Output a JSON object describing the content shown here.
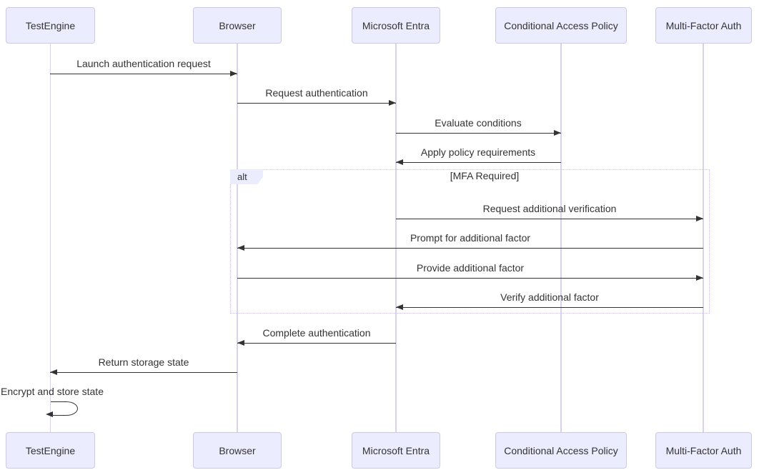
{
  "diagram": {
    "type": "sequence",
    "actors": [
      {
        "label": "TestEngine"
      },
      {
        "label": "Browser"
      },
      {
        "label": "Microsoft Entra"
      },
      {
        "label": "Conditional Access Policy"
      },
      {
        "label": "Multi-Factor Auth"
      }
    ],
    "messages": [
      {
        "from": "TestEngine",
        "to": "Browser",
        "label": "Launch authentication request",
        "line": "solid",
        "arrow": "filled"
      },
      {
        "from": "Browser",
        "to": "Microsoft Entra",
        "label": "Request authentication",
        "line": "solid",
        "arrow": "filled"
      },
      {
        "from": "Microsoft Entra",
        "to": "Conditional Access Policy",
        "label": "Evaluate conditions",
        "line": "solid",
        "arrow": "filled"
      },
      {
        "from": "Conditional Access Policy",
        "to": "Microsoft Entra",
        "label": "Apply policy requirements",
        "line": "solid",
        "arrow": "filled"
      },
      {
        "from": "Microsoft Entra",
        "to": "Multi-Factor Auth",
        "label": "Request additional verification",
        "line": "solid",
        "arrow": "filled",
        "inside_alt": true
      },
      {
        "from": "Multi-Factor Auth",
        "to": "Browser",
        "label": "Prompt for additional factor",
        "line": "solid",
        "arrow": "filled",
        "inside_alt": true
      },
      {
        "from": "Browser",
        "to": "Multi-Factor Auth",
        "label": "Provide additional factor",
        "line": "solid",
        "arrow": "filled",
        "inside_alt": true
      },
      {
        "from": "Multi-Factor Auth",
        "to": "Microsoft Entra",
        "label": "Verify additional factor",
        "line": "solid",
        "arrow": "filled",
        "inside_alt": true
      },
      {
        "from": "Microsoft Entra",
        "to": "Browser",
        "label": "Complete authentication",
        "line": "solid",
        "arrow": "filled"
      },
      {
        "from": "Browser",
        "to": "TestEngine",
        "label": "Return storage state",
        "line": "solid",
        "arrow": "filled"
      },
      {
        "from": "TestEngine",
        "to": "TestEngine",
        "label": "Encrypt and store state",
        "line": "solid",
        "arrow": "filled",
        "self": true
      }
    ],
    "alt_block": {
      "operator": "alt",
      "guard": "[MFA Required]",
      "contains_message_indexes": [
        4,
        5,
        6,
        7
      ]
    },
    "colors": {
      "actor_fill": "#ECECFF",
      "actor_border": "#CCC9E3",
      "lifeline": "#D8D3EA",
      "arrow": "#333333",
      "text": "#333333",
      "alt_frame_border": "#C9C4EC",
      "alt_label_fill": "#ECECFF",
      "background": "#FFFFFF"
    }
  }
}
